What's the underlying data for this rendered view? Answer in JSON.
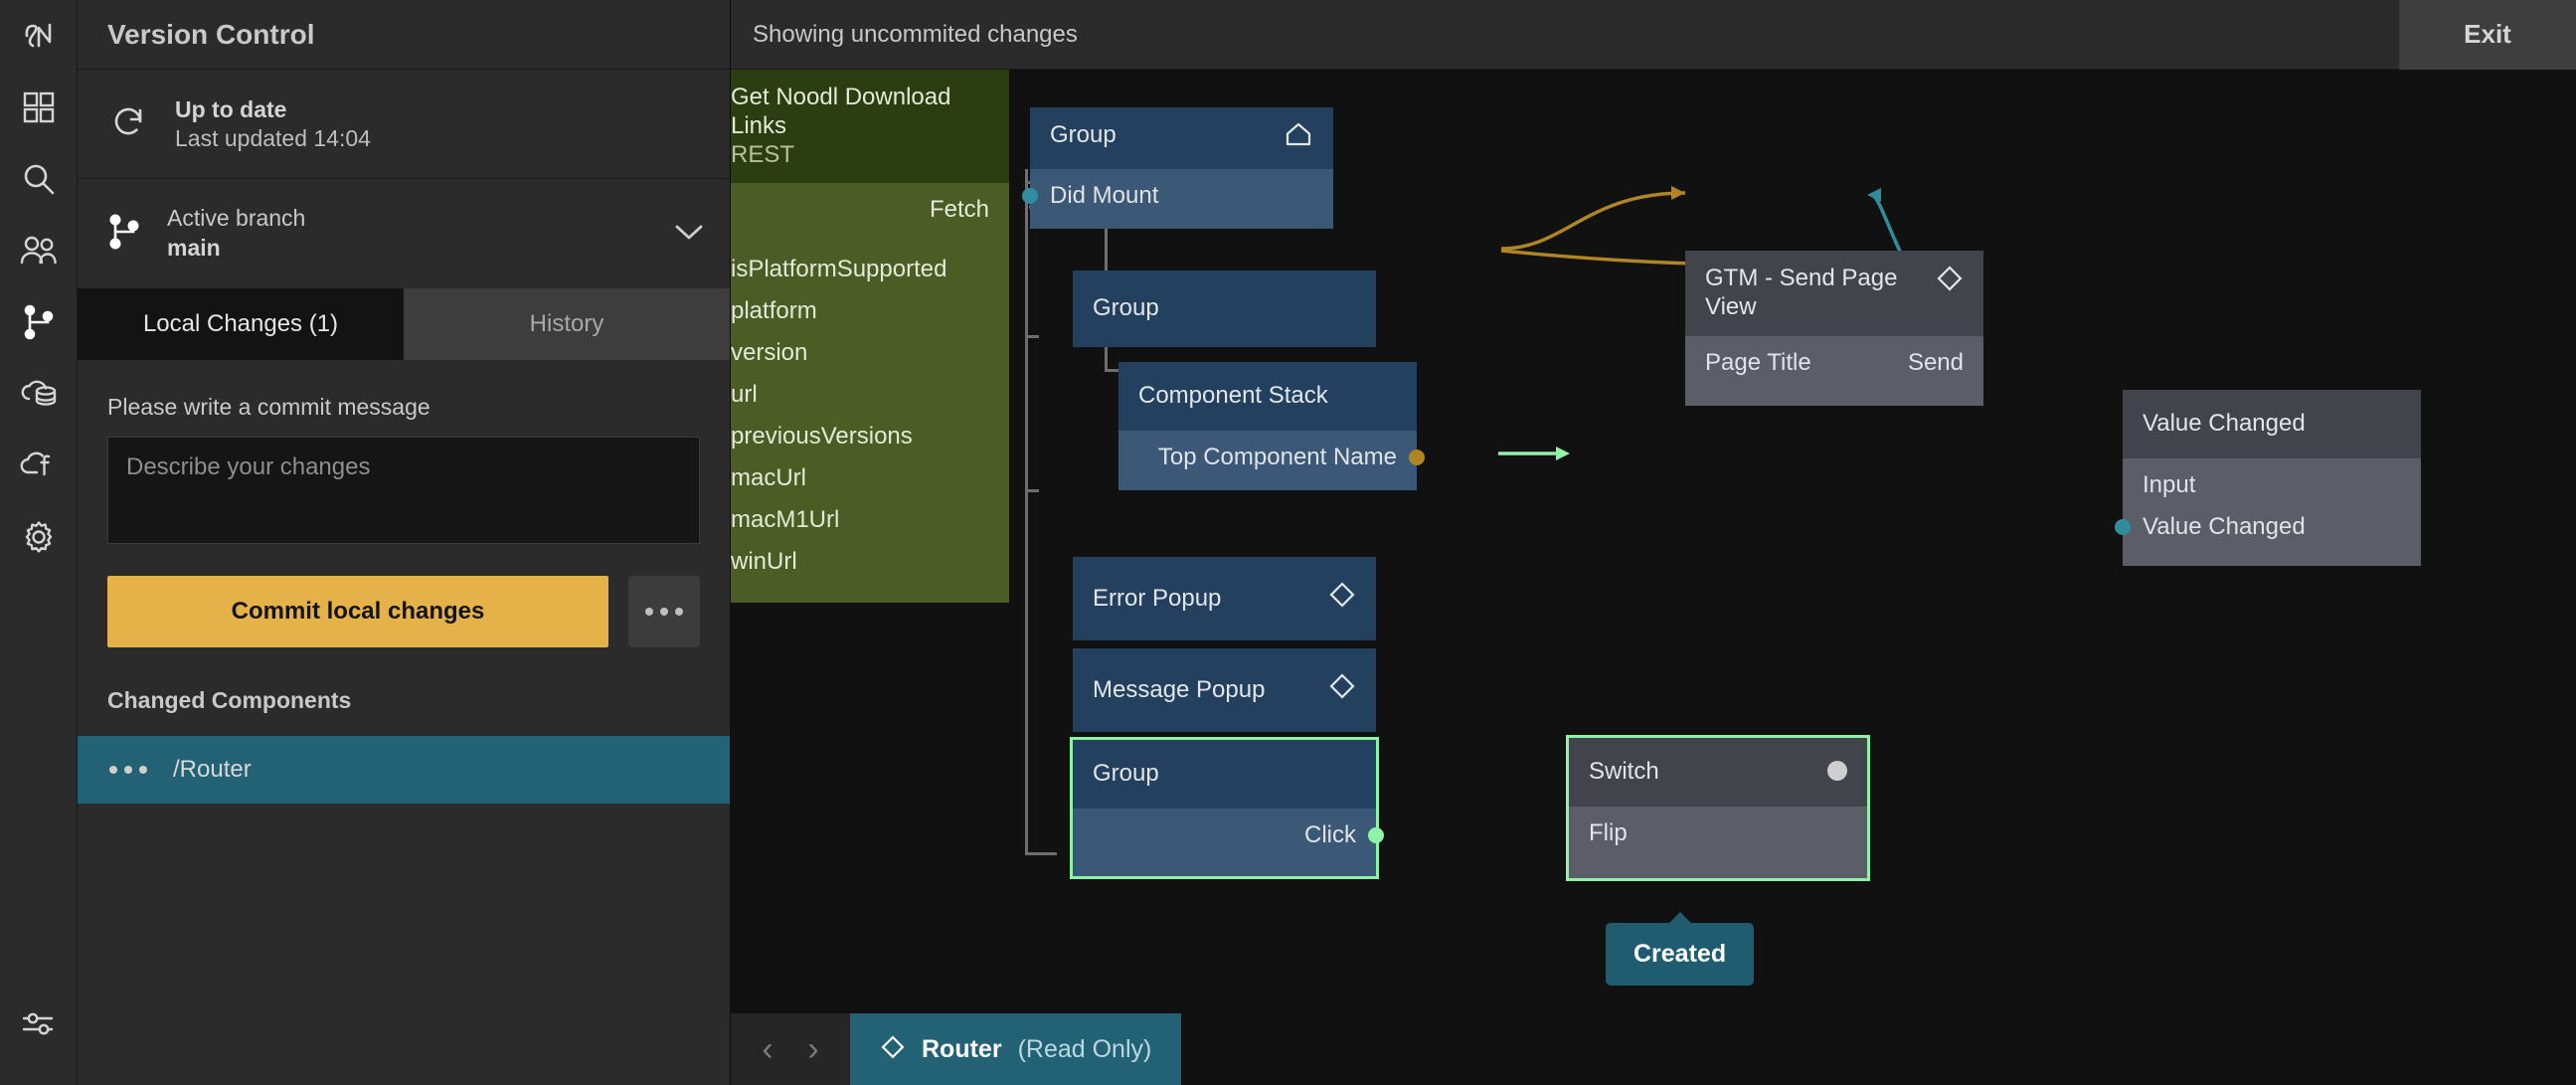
{
  "rail": {
    "items": [
      {
        "icon": "noodl-logo-icon",
        "name": "logo"
      },
      {
        "icon": "components-grid-icon",
        "name": "components"
      },
      {
        "icon": "search-icon",
        "name": "search"
      },
      {
        "icon": "users-icon",
        "name": "collaborators"
      },
      {
        "icon": "version-control-branch-icon",
        "name": "version-control"
      },
      {
        "icon": "cloud-data-icon",
        "name": "cloud-data"
      },
      {
        "icon": "cloud-functions-icon",
        "name": "cloud-functions"
      },
      {
        "icon": "gear-icon",
        "name": "settings"
      }
    ],
    "bottom": {
      "icon": "sliders-icon",
      "name": "editor-settings"
    }
  },
  "sidebar": {
    "title": "Version Control",
    "status": {
      "heading": "Up to date",
      "sub": "Last updated 14:04",
      "icon": "refresh-icon"
    },
    "branch": {
      "label": "Active branch",
      "value": "main",
      "icon": "branch-icon",
      "chevron": "chevron-down-icon"
    },
    "tabs": [
      {
        "label": "Local Changes (1)",
        "active": true
      },
      {
        "label": "History",
        "active": false
      }
    ],
    "commit": {
      "prompt": "Please write a commit message",
      "placeholder": "Describe your changes",
      "value": "",
      "button_label": "Commit local changes",
      "more_label": "more-options"
    },
    "changed": {
      "heading": "Changed Components",
      "items": [
        {
          "name": "/Router"
        }
      ]
    }
  },
  "topbar": {
    "message": "Showing uncommited changes",
    "exit_label": "Exit"
  },
  "canvas": {
    "nodes": [
      {
        "id": "rest",
        "title": "Get Noodl Download Links",
        "subtitle": "REST",
        "style": "green",
        "ports_right": [
          "Fetch"
        ],
        "ports_left": [
          "isPlatformSupported",
          "platform",
          "version",
          "url",
          "previousVersions",
          "macUrl",
          "macM1Url",
          "winUrl"
        ]
      },
      {
        "id": "group-root",
        "title": "Group",
        "badge": "home-icon",
        "style": "blue",
        "ports_left": [
          "Did Mount"
        ]
      },
      {
        "id": "group-2",
        "title": "Group",
        "style": "blue"
      },
      {
        "id": "component-stack",
        "title": "Component Stack",
        "style": "blue",
        "ports_left": [
          "Top Component Name"
        ]
      },
      {
        "id": "error-popup",
        "title": "Error Popup",
        "badge": "diamond-icon",
        "style": "blue"
      },
      {
        "id": "message-popup",
        "title": "Message Popup",
        "badge": "diamond-icon",
        "style": "blue"
      },
      {
        "id": "group-3",
        "title": "Group",
        "style": "blue",
        "selected": true,
        "ports_right": [
          "Click"
        ]
      },
      {
        "id": "gtm",
        "title": "GTM - Send Page View",
        "badge": "diamond-icon",
        "style": "gray",
        "ports_left": [
          "Page Title"
        ],
        "ports_right": [
          "Send"
        ]
      },
      {
        "id": "value-changed",
        "title": "Value Changed",
        "style": "gray",
        "ports_left": [
          "Input",
          "Value Changed"
        ]
      },
      {
        "id": "switch",
        "title": "Switch",
        "badge": "circle-icon",
        "style": "gray",
        "selected": true,
        "ports_left": [
          "Flip"
        ]
      }
    ],
    "tooltip": "Created"
  },
  "tabbar": {
    "prev": "‹",
    "next": "›",
    "tab": {
      "icon": "diamond-icon",
      "label": "Router",
      "state": "(Read Only)"
    }
  },
  "colors": {
    "accent_commit": "#e5b24a",
    "accent_selected": "#236175",
    "node_selected_border": "#8ef2a7",
    "node_blue_header": "#23415e",
    "node_green_header": "#2d3d12",
    "connection_teal": "#2f8d9e",
    "connection_gold": "#b08523"
  }
}
